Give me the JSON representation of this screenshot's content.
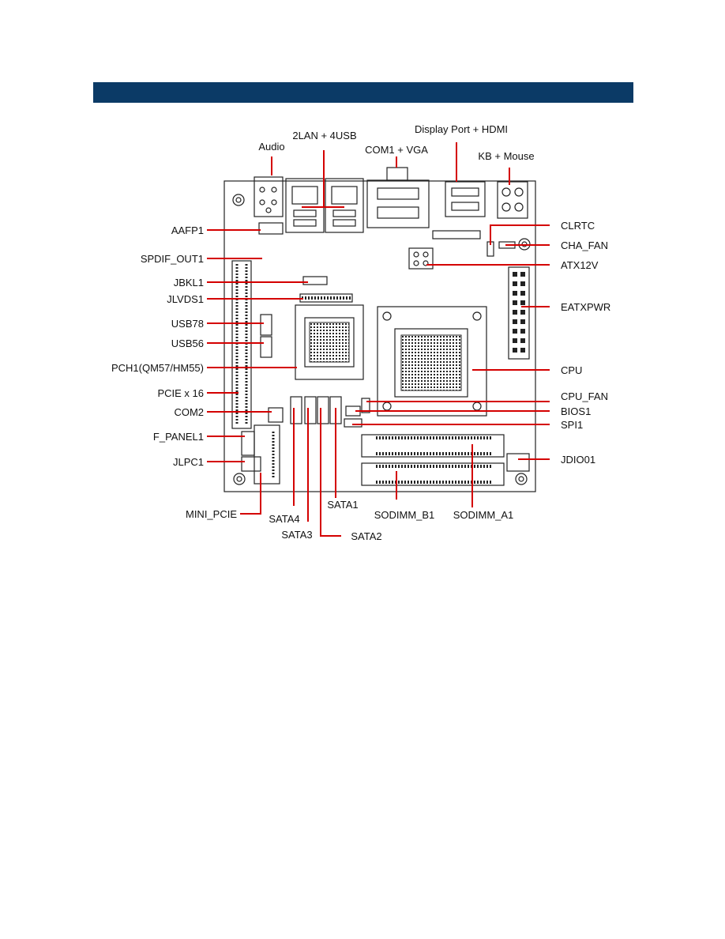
{
  "header": {
    "color": "#0b3a66"
  },
  "leader_color": "#d40000",
  "labels": {
    "audio": "Audio",
    "lan_usb": "2LAN + 4USB",
    "com_vga": "COM1 + VGA",
    "dp_hdmi": "Display Port + HDMI",
    "kb_mouse": "KB + Mouse",
    "aafp1": "AAFP1",
    "spdif": "SPDIF_OUT1",
    "jbkl1": "JBKL1",
    "jlvds1": "JLVDS1",
    "usb78": "USB78",
    "usb56": "USB56",
    "pch1": "PCH1(QM57/HM55)",
    "pcie16": "PCIE x 16",
    "com2": "COM2",
    "fpanel": "F_PANEL1",
    "jlpc1": "JLPC1",
    "mini_pcie": "MINI_PCIE",
    "sata4": "SATA4",
    "sata3": "SATA3",
    "sata1": "SATA1",
    "sata2": "SATA2",
    "sodimm_b1": "SODIMM_B1",
    "sodimm_a1": "SODIMM_A1",
    "clrtc": "CLRTC",
    "cha_fan": "CHA_FAN",
    "atx12v": "ATX12V",
    "eatxpwr": "EATXPWR",
    "cpu": "CPU",
    "cpu_fan": "CPU_FAN",
    "bios1": "BIOS1",
    "spi1": "SPI1",
    "jdio01": "JDIO01"
  }
}
